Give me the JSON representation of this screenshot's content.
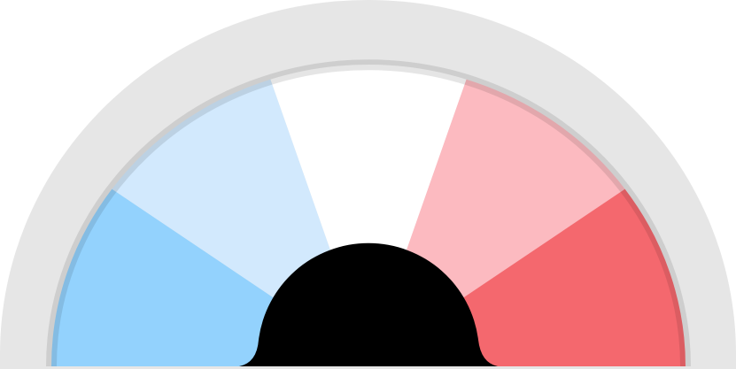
{
  "gauge": {
    "segments": [
      {
        "name": "segment-1",
        "color": "#93d2fd"
      },
      {
        "name": "segment-2",
        "color": "#d2e9fd"
      },
      {
        "name": "segment-3",
        "color": "#ffffff"
      },
      {
        "name": "segment-4",
        "color": "#fcbac0"
      },
      {
        "name": "segment-5",
        "color": "#f4686e"
      }
    ],
    "track_color": "#e6e6e6",
    "hub_color": "#000000"
  }
}
